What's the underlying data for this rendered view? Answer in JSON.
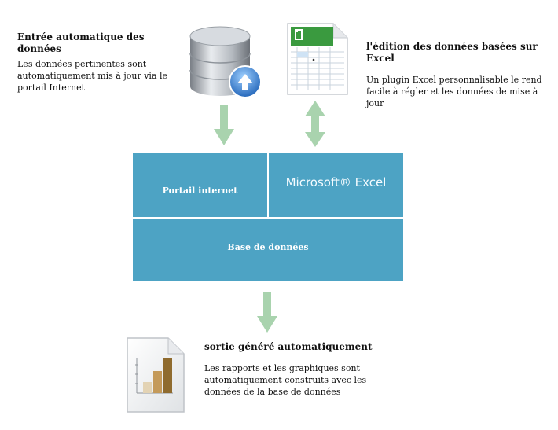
{
  "top_left": {
    "title": "Entrée automatique des données",
    "lines": [
      "Les données pertinentes sont",
      "automatiquement mis à jour via le",
      "portail Internet"
    ]
  },
  "top_right": {
    "title": "l'édition des données basées sur Excel",
    "lines": [
      "Un plugin Excel personnalisable le rend",
      "facile à régler et les données de mise à jour"
    ]
  },
  "boxes": {
    "portal": "Portail internet",
    "excel": "Microsoft® Excel",
    "database": "Base de données"
  },
  "bottom": {
    "title": "sortie généré automatiquement",
    "lines": [
      "Les rapports et les graphiques sont",
      "automatiquement construits avec les",
      "données de la base de données"
    ]
  },
  "colors": {
    "box": "#4da3c4",
    "arrow": "#a9d3ae",
    "excel_green": "#3a9a3f"
  },
  "icons": [
    "database-upload-icon",
    "excel-sheet-icon",
    "bar-chart-document-icon"
  ]
}
